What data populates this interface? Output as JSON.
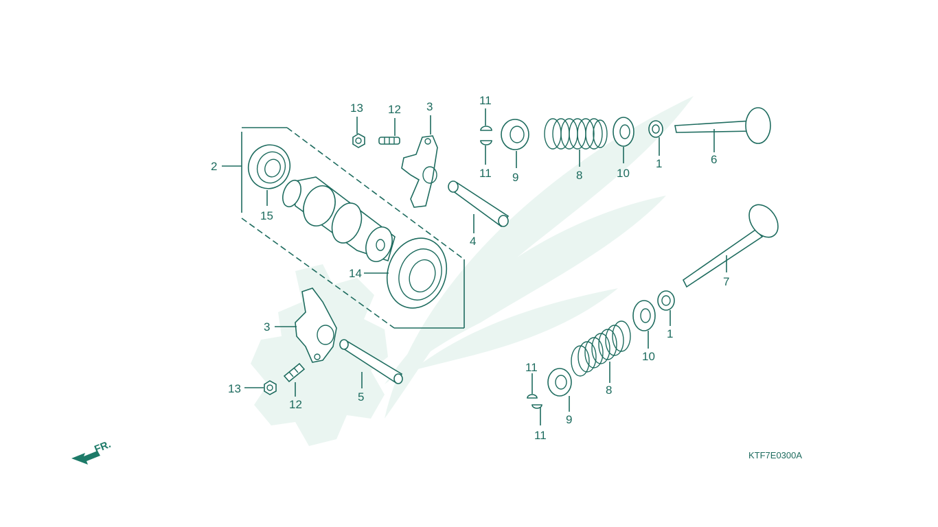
{
  "diagram": {
    "code": "KTF7E0300A",
    "direction_label": "FR.",
    "callouts": [
      "1",
      "1",
      "2",
      "3",
      "3",
      "4",
      "5",
      "6",
      "7",
      "8",
      "8",
      "9",
      "9",
      "10",
      "10",
      "11",
      "11",
      "11",
      "11",
      "12",
      "12",
      "13",
      "13",
      "14",
      "15"
    ]
  },
  "colors": {
    "line": "#1d6b5e",
    "watermark": "#eaf5f1"
  },
  "icons": [
    "honda-wing-watermark-icon",
    "front-arrow-icon"
  ]
}
